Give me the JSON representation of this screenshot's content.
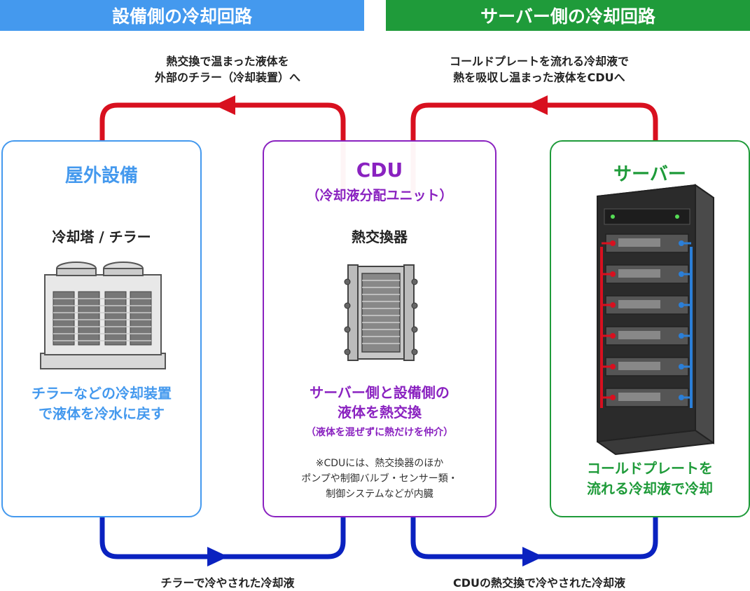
{
  "colors": {
    "facility": "#4499ee",
    "server": "#1f9b3a",
    "cdu": "#8a22c0",
    "hot": "#d8101f",
    "cold": "#0a22c0"
  },
  "banners": {
    "facility": "設備側の冷却回路",
    "server": "サーバー側の冷却回路"
  },
  "flows": {
    "facility_top": [
      "熱交換で温まった液体を",
      "外部のチラー（冷却装置）へ"
    ],
    "server_top": [
      "コールドプレートを流れる冷却液で",
      "熱を吸収し温まった液体をCDUへ"
    ],
    "facility_bottom": "チラーで冷やされた冷却液",
    "server_bottom": "CDUの熱交換で冷やされた冷却液"
  },
  "facility_box": {
    "title": "屋外設備",
    "device_label": "冷却塔 / チラー",
    "description": [
      "チラーなどの冷却装置",
      "で液体を冷水に戻す"
    ]
  },
  "cdu_box": {
    "title": "CDU",
    "subtitle": "（冷却液分配ユニット）",
    "device_label": "熱交換器",
    "description": [
      "サーバー側と設備側の",
      "液体を熱交換"
    ],
    "description_note": "（液体を混ぜずに熱だけを仲介）",
    "note": [
      "※CDUには、熱交換器のほか",
      "ポンプや制御バルブ・センサー類・",
      "制御システムなどが内臓"
    ]
  },
  "server_box": {
    "title": "サーバー",
    "description": [
      "コールドプレートを",
      "流れる冷却液で冷却"
    ]
  }
}
